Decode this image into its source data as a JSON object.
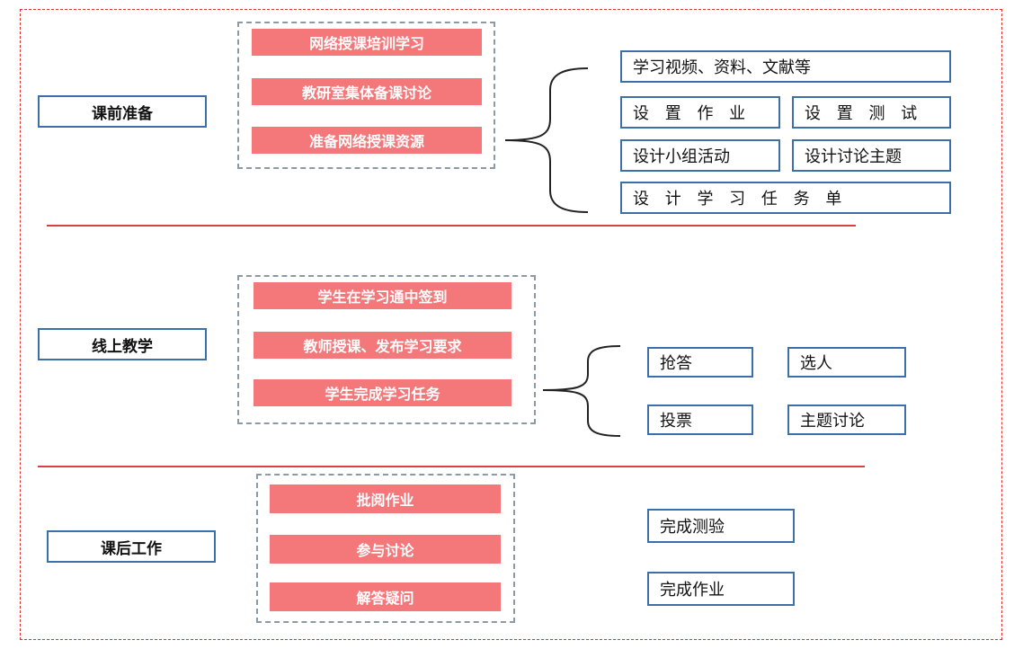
{
  "sections": [
    {
      "label": "课前准备",
      "steps": [
        "网络授课培训学习",
        "教研室集体备课讨论",
        "准备网络授课资源"
      ],
      "outputs": [
        "学习视频、资料、文献等",
        "设 置 作 业",
        "设 置 测 试",
        "设计小组活动",
        "设计讨论主题",
        "设 计 学 习 任 务 单"
      ]
    },
    {
      "label": "线上教学",
      "steps": [
        "学生在学习通中签到",
        "教师授课、发布学习要求",
        "学生完成学习任务"
      ],
      "outputs": [
        "抢答",
        "选人",
        "投票",
        "主题讨论"
      ]
    },
    {
      "label": "课后工作",
      "steps": [
        "批阅作业",
        "参与讨论",
        "解答疑问"
      ],
      "outputs": [
        "完成测验",
        "完成作业"
      ]
    }
  ],
  "colors": {
    "frame": "#e03030",
    "step_fill": "#f4777a",
    "box_border": "#3d6fa8",
    "group_border": "#8a9ba6"
  }
}
